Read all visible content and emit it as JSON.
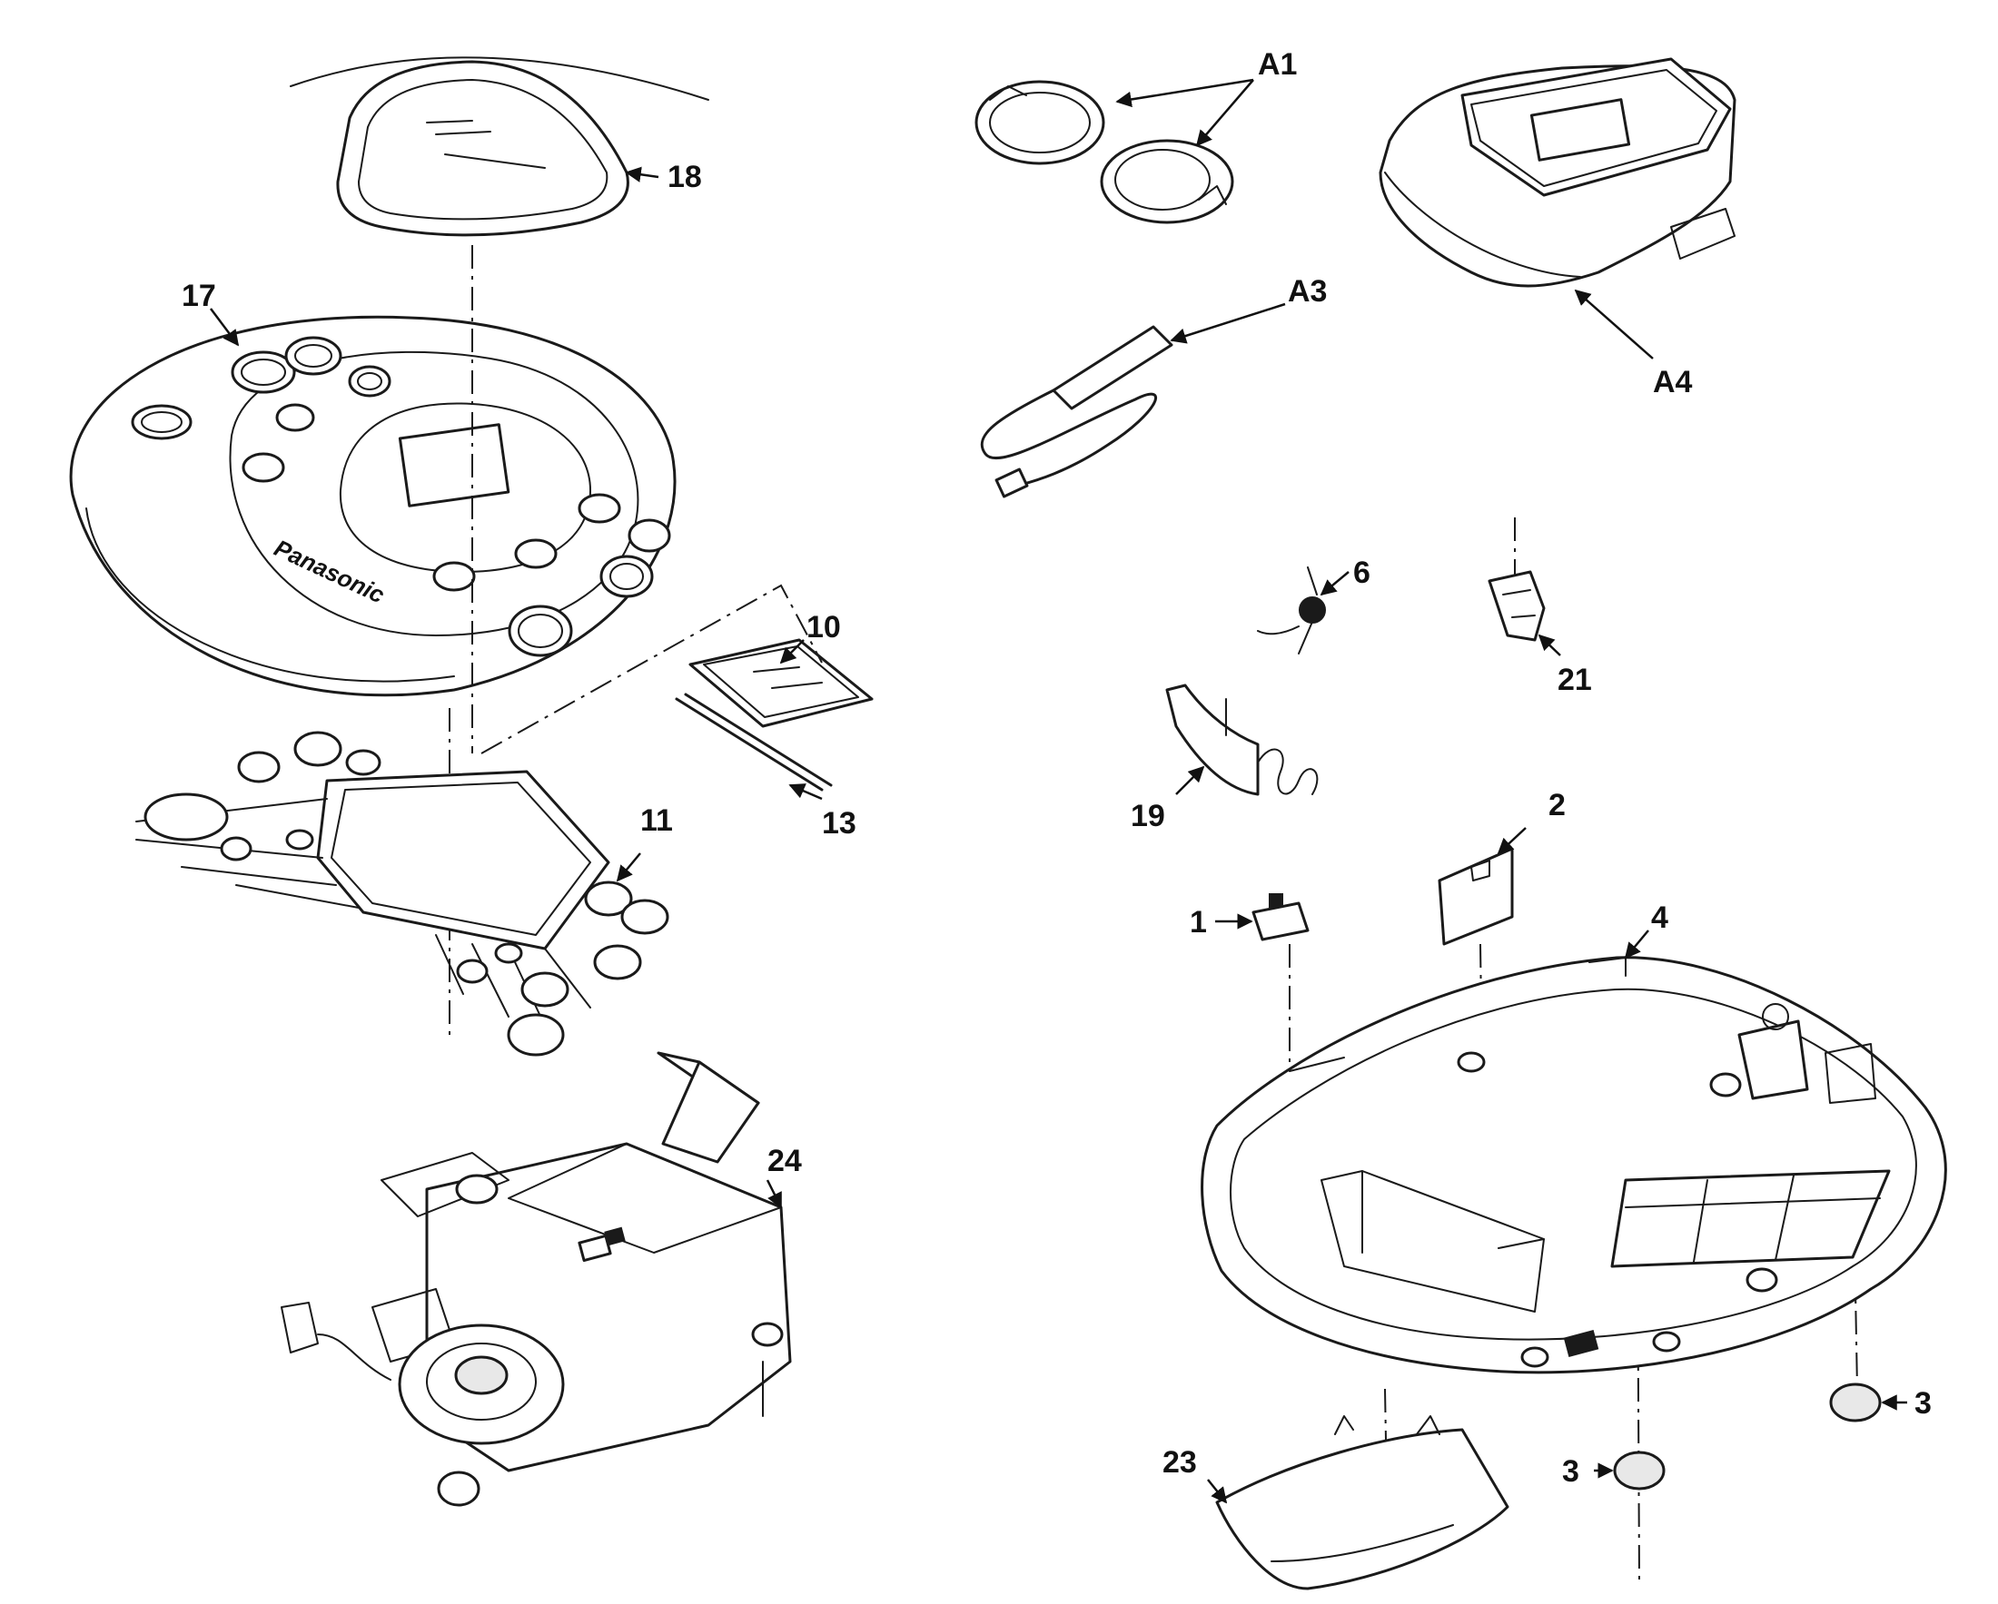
{
  "brand_text": "Panasonic",
  "callouts": {
    "c1": "1",
    "c2": "2",
    "c3a": "3",
    "c3b": "3",
    "c4": "4",
    "c6": "6",
    "c10": "10",
    "c11": "11",
    "c13": "13",
    "c17": "17",
    "c18": "18",
    "c19": "19",
    "c21": "21",
    "c23": "23",
    "c24": "24",
    "cA1": "A1",
    "cA3": "A3",
    "cA4": "A4"
  },
  "colors": {
    "line": "#1a1a1a",
    "background": "#ffffff"
  }
}
